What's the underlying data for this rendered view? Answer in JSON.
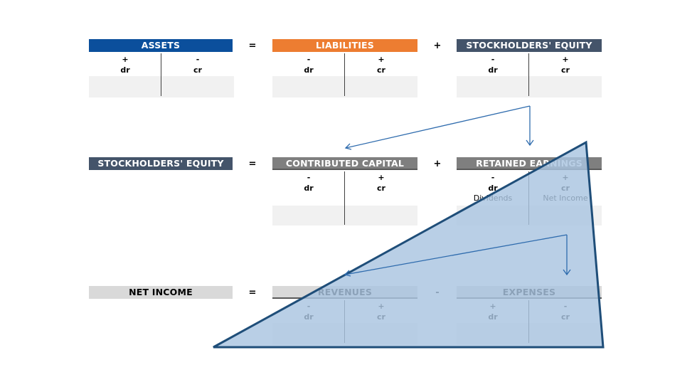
{
  "colors": {
    "assets": "#0b4f9c",
    "liabilities": "#ed7d31",
    "equity": "#44546a",
    "gray_header": "#7f7f7f",
    "light_header": "#d9d9d9",
    "cell_fill": "#f1f1f1",
    "triangle_fill": "#a9c4e1",
    "triangle_stroke": "#1f4e79",
    "arrow": "#2e6bad"
  },
  "row1": {
    "left": {
      "title": "ASSETS",
      "debit_sign": "+",
      "credit_sign": "-",
      "debit_label": "dr",
      "credit_label": "cr"
    },
    "op1": "=",
    "middle": {
      "title": "LIABILITIES",
      "debit_sign": "-",
      "credit_sign": "+",
      "debit_label": "dr",
      "credit_label": "cr"
    },
    "op2": "+",
    "right": {
      "title": "STOCKHOLDERS' EQUITY",
      "debit_sign": "-",
      "credit_sign": "+",
      "debit_label": "dr",
      "credit_label": "cr"
    }
  },
  "row2": {
    "left": {
      "title": "STOCKHOLDERS' EQUITY"
    },
    "op1": "=",
    "middle": {
      "title": "CONTRIBUTED CAPITAL",
      "debit_sign": "-",
      "credit_sign": "+",
      "debit_label": "dr",
      "credit_label": "cr"
    },
    "op2": "+",
    "right": {
      "title": "RETAINED EARNINGS",
      "debit_sign": "-",
      "credit_sign": "+",
      "debit_label": "dr",
      "credit_label": "cr",
      "debit_note": "Dividends",
      "credit_note": "Net Income"
    }
  },
  "row3": {
    "left": {
      "title": "NET INCOME"
    },
    "op1": "=",
    "middle": {
      "title": "REVENUES",
      "debit_sign": "-",
      "credit_sign": "+",
      "debit_label": "dr",
      "credit_label": "cr"
    },
    "op2": "-",
    "right": {
      "title": "EXPENSES",
      "debit_sign": "+",
      "credit_sign": "-",
      "debit_label": "dr",
      "credit_label": "cr"
    }
  }
}
